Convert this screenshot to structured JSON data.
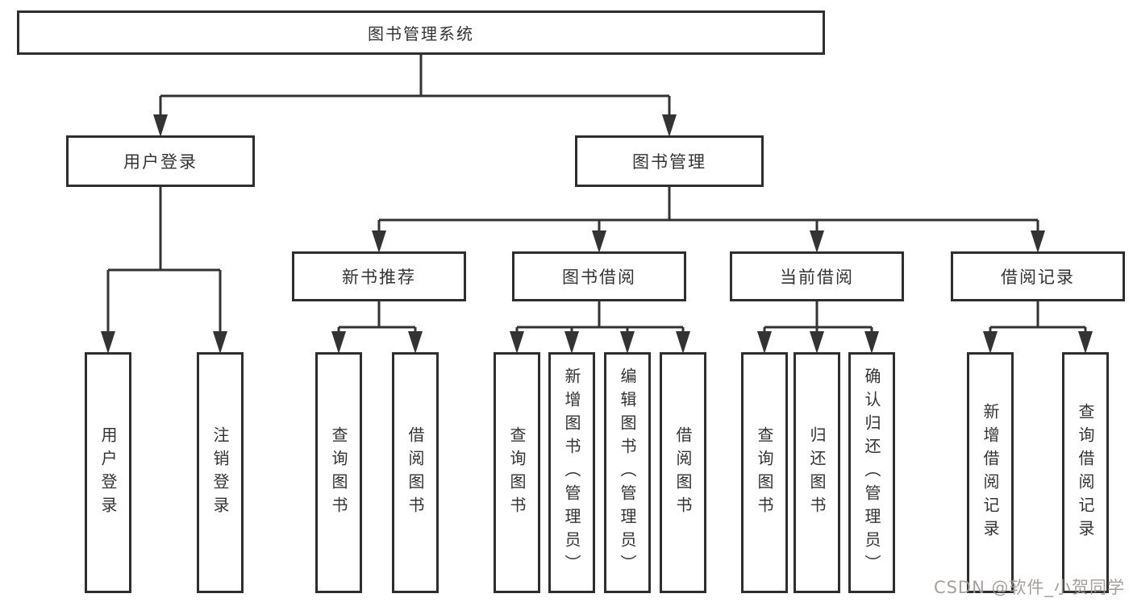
{
  "diagram": {
    "title": "图书管理系统",
    "colors": {
      "line": "#333333",
      "border": "#2e2e2e",
      "text": "#333333",
      "watermark": "#a39999",
      "background": "#ffffff"
    },
    "root": {
      "id": "root",
      "label": "图书管理系统",
      "children": [
        {
          "id": "user-login",
          "label": "用户登录",
          "children": [
            {
              "id": "user-login-leaf",
              "label": "用户登录"
            },
            {
              "id": "logout-leaf",
              "label": "注销登录"
            }
          ]
        },
        {
          "id": "book-mgmt",
          "label": "图书管理",
          "children": [
            {
              "id": "new-book-rec",
              "label": "新书推荐",
              "children": [
                {
                  "id": "nb-query",
                  "label": "查询图书"
                },
                {
                  "id": "nb-borrow",
                  "label": "借阅图书"
                }
              ]
            },
            {
              "id": "book-borrow",
              "label": "图书借阅",
              "children": [
                {
                  "id": "bb-query",
                  "label": "查询图书"
                },
                {
                  "id": "bb-add",
                  "label": "新增图书（管理员）"
                },
                {
                  "id": "bb-edit",
                  "label": "编辑图书（管理员）"
                },
                {
                  "id": "bb-borrow",
                  "label": "借阅图书"
                }
              ]
            },
            {
              "id": "current-borrow",
              "label": "当前借阅",
              "children": [
                {
                  "id": "cb-query",
                  "label": "查询图书"
                },
                {
                  "id": "cb-return",
                  "label": "归还图书"
                },
                {
                  "id": "cb-confirm",
                  "label": "确认归还（管理员）"
                }
              ]
            },
            {
              "id": "borrow-records",
              "label": "借阅记录",
              "children": [
                {
                  "id": "br-add",
                  "label": "新增借阅记录"
                },
                {
                  "id": "br-query",
                  "label": "查询借阅记录"
                }
              ]
            }
          ]
        }
      ]
    },
    "watermark": "CSDN @软件_小贺同学"
  }
}
